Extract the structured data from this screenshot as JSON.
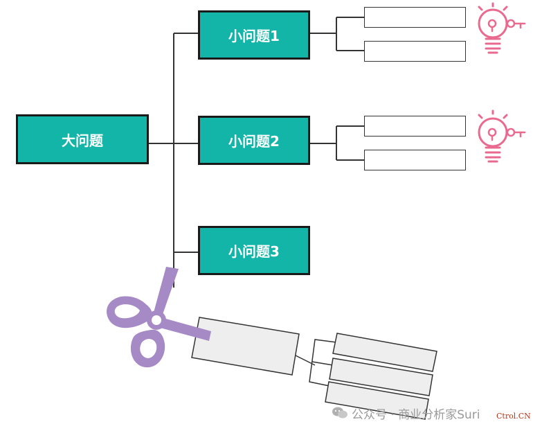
{
  "diagram": {
    "root_label": "大问题",
    "children": [
      {
        "label": "小问题1"
      },
      {
        "label": "小问题2"
      },
      {
        "label": "小问题3"
      }
    ]
  },
  "watermark": {
    "text": "公众号 · 商业分析家Suri"
  },
  "corner_mark": "Ctrol.CN",
  "colors": {
    "node_fill": "#13b5a8",
    "bulb": "#e9698f",
    "scissors": "#a68ac6",
    "cut_box": "#eeeeee"
  },
  "icons": [
    "lightbulb-key-icon",
    "scissors-icon",
    "wechat-icon"
  ]
}
